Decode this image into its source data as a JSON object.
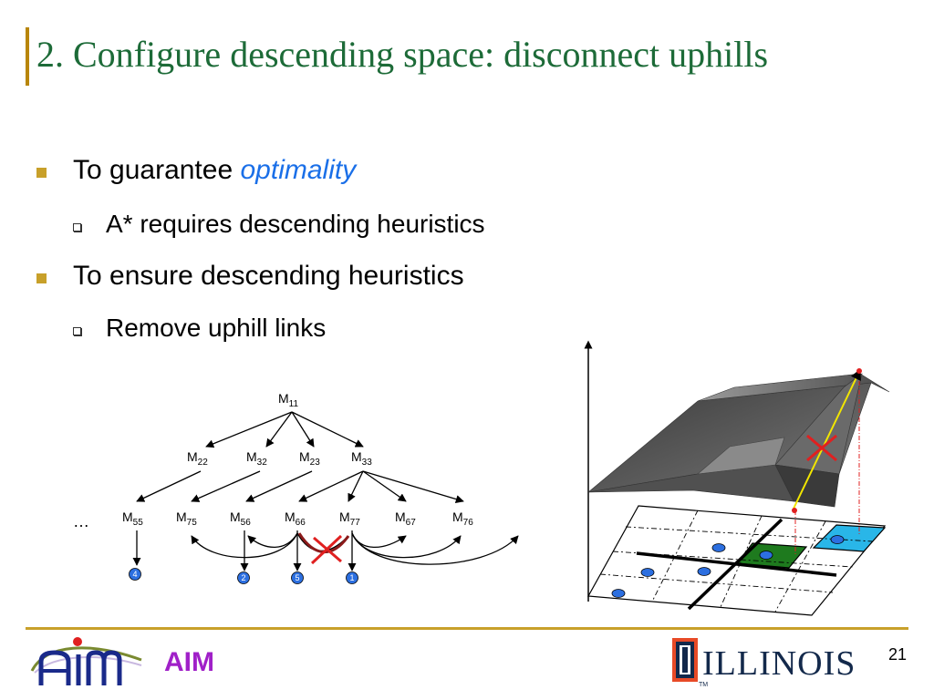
{
  "slide": {
    "title": "2. Configure descending space: disconnect uphills",
    "page_number": "21"
  },
  "bullets": [
    {
      "prefix": "To guarantee ",
      "emphasis": "optimality",
      "subs": [
        "A* requires descending heuristics"
      ]
    },
    {
      "prefix": "To ensure descending heuristics",
      "emphasis": "",
      "subs": [
        "Remove uphill links"
      ]
    }
  ],
  "tree": {
    "root": {
      "base": "M",
      "sub": "11"
    },
    "level1": [
      {
        "base": "M",
        "sub": "22"
      },
      {
        "base": "M",
        "sub": "32"
      },
      {
        "base": "M",
        "sub": "23"
      },
      {
        "base": "M",
        "sub": "33"
      }
    ],
    "ellipsis": "…",
    "level2": [
      {
        "base": "M",
        "sub": "55"
      },
      {
        "base": "M",
        "sub": "75"
      },
      {
        "base": "M",
        "sub": "56"
      },
      {
        "base": "M",
        "sub": "66"
      },
      {
        "base": "M",
        "sub": "77"
      },
      {
        "base": "M",
        "sub": "67"
      },
      {
        "base": "M",
        "sub": "76"
      }
    ],
    "numbered_nodes": [
      "4",
      "2",
      "5",
      "1"
    ],
    "colors": {
      "node_fill": "#2c6fe0",
      "cross": "#e02020",
      "removed_link": "#8b1a1a"
    }
  },
  "landscape": {
    "colors": {
      "surface": "#5a5a5a",
      "green_cell": "#1e7a1e",
      "cyan_cell": "#29b6e8",
      "dot": "#2c6fe0",
      "arrow": "#f2e600",
      "cross": "#e02020",
      "drop_line": "#e02020"
    }
  },
  "footer": {
    "aim_label": "AIM",
    "illinois_label": "ILLINOIS",
    "trademark": "TM",
    "colors": {
      "rule": "#c8a02a",
      "aim": "#a020c8",
      "illinois": "#13294b",
      "illinois_accent": "#e84a27"
    }
  }
}
